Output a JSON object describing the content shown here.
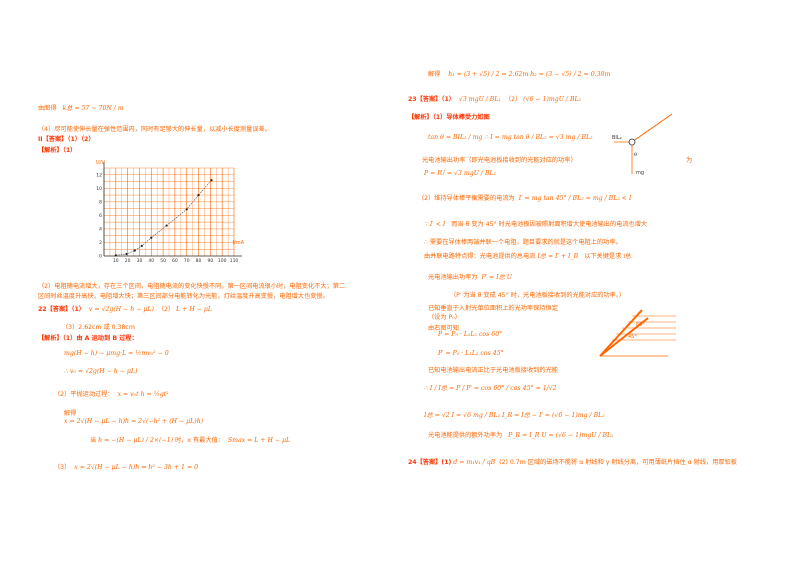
{
  "left": {
    "l1": "由图得",
    "l1m": "k总 = 57 ~ 70N / m",
    "l2": "（4）尽可能使伸长量在弹性范围内，同时有足够大的伸长量，以减小长度测量误差。",
    "l3a": "II【答案】（1）（2）",
    "l4": "【解析】（1）",
    "chart_ylabel": "U/V",
    "chart_xlabel": "I/mA",
    "chart_yticks": [
      "12",
      "10",
      "8",
      "6",
      "4",
      "2",
      "0"
    ],
    "chart_xticks": [
      "10",
      "20",
      "30",
      "40",
      "50",
      "60",
      "70",
      "80",
      "90",
      "100",
      "110"
    ],
    "l5": "（2）电阻随电流增大，存在三个区间，电阻随电流的变化快慢不同。第一区间电流很小时，电阻变化不大；第二",
    "l6": "区间时丝温度升高快，电阻增大快；第三区间部分电能转化为光能，灯丝温度升高变慢，电阻增大也变慢。",
    "l7a": "22【答案】（1）",
    "l7m": "v = √2g(H − h − μL)",
    "l7b": "（2）",
    "l7m2": "L + H − μL",
    "l8": "（3）2.62cm 或 0.38cm",
    "l9": "【解析】（1）由 A 运动到 B 过程：",
    "l10m": "mg(H − h) − μmg·L = ½mv₀² − 0",
    "l11m": "∴ v₀ = √2g(H − h − μL)",
    "l12": "（2）平抛运动过程：",
    "l12m": "x = v₀t     h = ½gt²",
    "l13": "解得",
    "l13m": "x = 2√(H − μL − h)h = 2√(−h² + (H − μL)h)",
    "l14a": "当",
    "l14m": "h = −(H − μL) / 2×(−1)",
    "l14b": "时，x 有最大值：",
    "l14m2": "Smax = L + H − μL",
    "l15a": "（3）",
    "l15m": "x = 2√(H − μL − h)h ⇒ h² − 3h + 1 = 0"
  },
  "right": {
    "r1a": "解得",
    "r1m": "h₁ = (3 + √5) / 2 = 2.62m     h₂ = (3 − √5) / 2 = 0.38m",
    "r2a": "23【答案】（1）",
    "r2m": "√3 mgU / BL₁",
    "r2b": "（2）",
    "r2m2": "(√6 − 1)mgU / BL₂",
    "r3": "【解析】（1）导体棒受力如图",
    "r4m": "tan θ = BIL₂ / mg  ∴ I = mg tan θ / BL₂ = √3 mg / BL₂",
    "fig1_bil": "BIL₂",
    "fig1_theta": "θ",
    "fig1_mg": "mg",
    "r5": "光电池输出功率（即光电池板接收到的光能对应的功率）",
    "r5b": "为",
    "r6m": "P = IU = √3 mgU / BL₂",
    "r7a": "（2）维持导体棒平衡需要的电流为",
    "r7m": "I′ = mg tan 45° / BL₂ = mg / BL₂ < I",
    "r8a": "∵ I′ < I",
    "r8b": "而当 θ 变为 45° 时光电池板因被照射面积增大使电池输出的电流也增大",
    "r9": "∴ 需要在导体棒两端并联一个电阻，题目要求的就是这个电阻上的功率。",
    "r10a": "由并联电路特点得：光电池提供的总电流",
    "r10m": "I总 = I′ + I_R",
    "r10b": "以下关键是求 I总",
    "r11a": "光电池输出功率为",
    "r11m": "P′ = I总 U",
    "r12": "（P′ 为当 θ 变成 45° 时，光电池板接收到的光能对应的功率。）",
    "r13": "已知垂直于入射光单位面积上的光功率保持恒定",
    "r14": "（设为 P₀）",
    "r15": "由右图可知",
    "r16m": "P = P₀ · L₁L₂ cos 60°",
    "r17m": "P′ = P₀ · L₁L₂ cos 45°",
    "fig2_a": "60°",
    "fig2_b": "45°",
    "r18": "已知电池输出电流正比于光电池板接收到的光能",
    "r19m": "∴ I / I总 = P / P′ = cos 60° / cos 45° = 1/√2",
    "r20m": "I总 = √2 I = √6 mg / BL₂     I_R = I总 − I′ = (√6 − 1)mg / BL₂",
    "r21a": "光电池能提供的额外功率为",
    "r21m": "P_R = I_R U = (√6 − 1)mgU / BL₂",
    "r22a": "24【答案】(1)",
    "r22m": "d = m₁v₁ / qB",
    "r22b": "(2) 0.7m 区域的磁场不能将 α 射线和 γ 射线分离，可用薄纸片挡住 α 射线，用厚铅板"
  },
  "chart_data": {
    "type": "scatter",
    "xlabel": "I/mA",
    "ylabel": "U/V",
    "xlim": [
      0,
      110
    ],
    "ylim": [
      0,
      13
    ],
    "x_ticks": [
      10,
      20,
      30,
      40,
      50,
      60,
      70,
      80,
      90,
      100,
      110
    ],
    "y_ticks": [
      0,
      2,
      4,
      6,
      8,
      10,
      12
    ],
    "points": [
      [
        10,
        0.1
      ],
      [
        19,
        0.3
      ],
      [
        26,
        0.8
      ],
      [
        32,
        1.5
      ],
      [
        40,
        2.7
      ],
      [
        53,
        4.5
      ],
      [
        70,
        6.9
      ],
      [
        80,
        9.0
      ],
      [
        91,
        11.2
      ]
    ],
    "grid": true,
    "fit_curve": true
  }
}
